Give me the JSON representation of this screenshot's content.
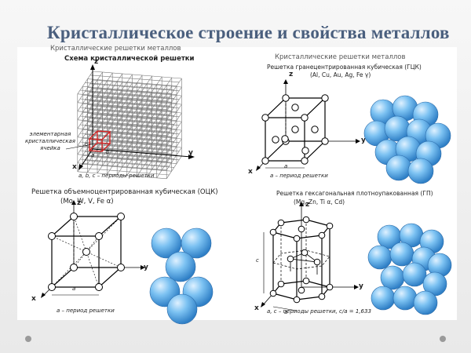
{
  "slide": {
    "title": "Кристаллическое строение и свойства металлов"
  },
  "panel_top_left": {
    "header": "Кристаллические решетки металлов",
    "subheader": "Схема кристаллической решетки",
    "cell_label": "элементарная кристаллическая ячейка",
    "cell_label_lines": [
      "элементарная",
      "кристаллическая",
      "ячейка"
    ],
    "axis_z": "z",
    "axis_y": "y",
    "axis_x": "x",
    "edge_a": "a",
    "edge_b": "b",
    "edge_c": "c",
    "caption": "a, b, c – периоды решетки"
  },
  "panel_top_right": {
    "header": "Кристаллические решетки металлов",
    "subheader": "Решетка гранецентрированная кубическая (ГЦК)",
    "elements": "(Al, Cu, Au, Ag, Fe γ)",
    "axis_z": "z",
    "axis_y": "y",
    "axis_x": "x",
    "edge_a": "a",
    "caption": "a – период решетки"
  },
  "panel_bottom_left": {
    "header": "Решетка объемноцентрированная кубическая (ОЦК)",
    "elements": "(Mo, W, V, Fe α)",
    "axis_z": "z",
    "axis_y": "y",
    "axis_x": "x",
    "edge_a": "a",
    "caption": "a – период решетки"
  },
  "panel_bottom_right": {
    "header": "Решетка гексагональная плотноупакованная (ГП)",
    "elements": "(Mg, Zn, Ti α, Cd)",
    "axis_z": "z",
    "axis_y": "y",
    "axis_x": "x",
    "edge_a": "a",
    "edge_c": "c",
    "caption": "a, c – периоды решетки, c/a = 1,633"
  },
  "colors": {
    "title": "#4a5f7e",
    "sphere_light": "#dff1ff",
    "sphere_mid": "#7cc2f2",
    "sphere_dark": "#2f7fc6",
    "unit_cell": "#d42020",
    "slide_dots": "#9a9a9a"
  }
}
